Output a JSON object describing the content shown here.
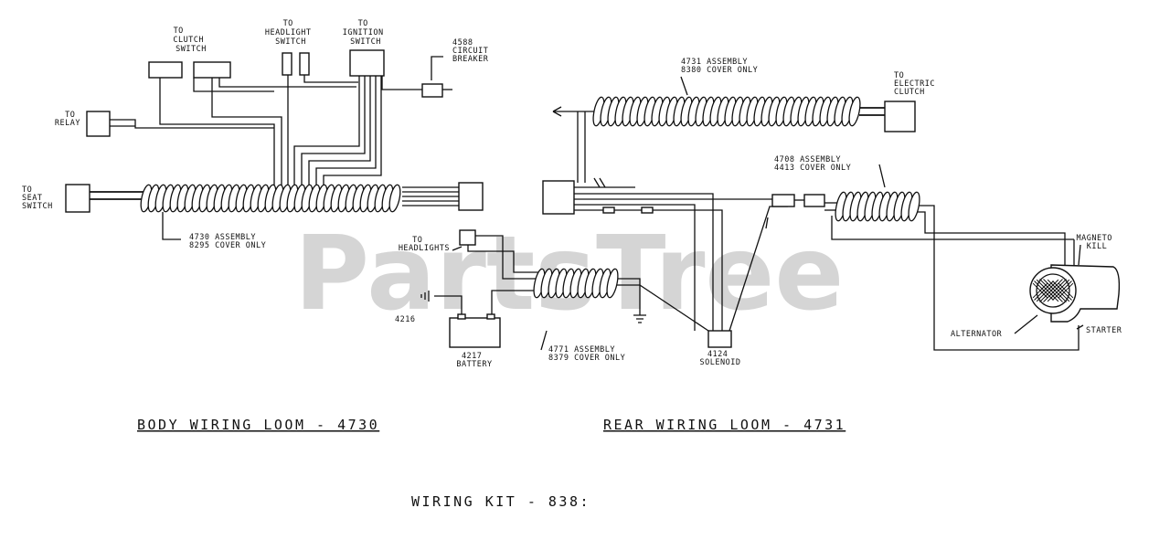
{
  "watermark": "PartsTree",
  "labels": {
    "to_clutch_switch": [
      "TO",
      "CLUTCH",
      "SWITCH"
    ],
    "to_headlight_switch": [
      "TO",
      "HEADLIGHT",
      "SWITCH"
    ],
    "to_ignition_switch": [
      "TO",
      "IGNITION",
      "SWITCH"
    ],
    "circuit_breaker": [
      "4588",
      "CIRCUIT",
      "BREAKER"
    ],
    "to_relay": [
      "TO",
      "RELAY"
    ],
    "to_seat_switch": [
      "TO",
      "SEAT",
      "SWITCH"
    ],
    "assembly_4730": [
      "4730 ASSEMBLY",
      "8295 COVER ONLY"
    ],
    "assembly_4731": [
      "4731 ASSEMBLY",
      "8380 COVER ONLY"
    ],
    "to_electric_clutch": [
      "TO",
      "ELECTRIC",
      "CLUTCH"
    ],
    "assembly_4708": [
      "4708 ASSEMBLY",
      "4413 COVER ONLY"
    ],
    "to_headlights": [
      "TO",
      "HEADLIGHTS"
    ],
    "part_4216": "4216",
    "battery": [
      "4217",
      "BATTERY"
    ],
    "assembly_4771": [
      "4771 ASSEMBLY",
      "8379 COVER ONLY"
    ],
    "solenoid": [
      "4124",
      "SOLENOID"
    ],
    "magneto_kill": [
      "MAGNETO",
      "KILL"
    ],
    "alternator": "ALTERNATOR",
    "starter": "STARTER"
  },
  "titles": {
    "body_loom": "BODY WIRING LOOM - 4730",
    "rear_loom": "REAR WIRING LOOM - 4731",
    "wiring_kit": "WIRING KIT - 838:"
  }
}
